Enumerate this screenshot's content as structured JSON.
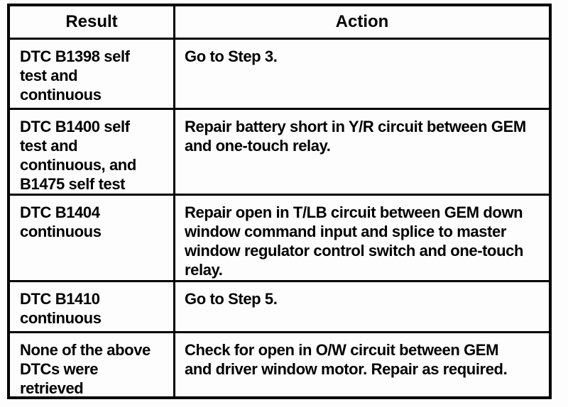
{
  "page": {
    "background_color": "#fdfdfd",
    "text_color": "#000000",
    "border_color": "#000000"
  },
  "table": {
    "headers": {
      "result": "Result",
      "action": "Action"
    },
    "rows": [
      {
        "result": "DTC B1398 self\ntest and\ncontinuous",
        "action": "Go to Step 3."
      },
      {
        "result": "DTC B1400 self\ntest and\ncontinuous, and\nB1475 self test",
        "action": "Repair battery short in Y/R circuit between GEM\nand one-touch relay."
      },
      {
        "result": "DTC B1404\ncontinuous",
        "action": "Repair open in T/LB circuit between GEM down\nwindow command input and splice to master\nwindow regulator control switch and one-touch\nrelay."
      },
      {
        "result": "DTC B1410\ncontinuous",
        "action": "Go to Step 5."
      },
      {
        "result": "None of the above\nDTCs were\nretrieved",
        "action": "Check for open in O/W circuit between GEM\nand driver window motor. Repair as required."
      }
    ]
  }
}
